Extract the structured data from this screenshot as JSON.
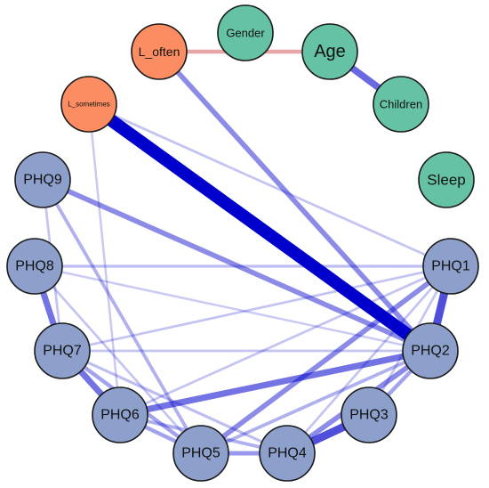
{
  "colors": {
    "demographic": "#66C2A5",
    "loneliness": "#FC8D62",
    "depression": "#8DA0CB",
    "node_border": "#1a1a1a",
    "positive_edge": "#0000CC",
    "negative_edge": "#E8A5A5"
  },
  "nodes": [
    {
      "id": "gender",
      "label": "Gender",
      "group": "demographic"
    },
    {
      "id": "age",
      "label": "Age",
      "group": "demographic"
    },
    {
      "id": "children",
      "label": "Children",
      "group": "demographic"
    },
    {
      "id": "sleep",
      "label": "Sleep",
      "group": "demographic"
    },
    {
      "id": "l_often",
      "label": "L_often",
      "group": "loneliness"
    },
    {
      "id": "l_sometimes",
      "label": "L_sometimes",
      "group": "loneliness"
    },
    {
      "id": "phq1",
      "label": "PHQ1",
      "group": "depression"
    },
    {
      "id": "phq2",
      "label": "PHQ2",
      "group": "depression"
    },
    {
      "id": "phq3",
      "label": "PHQ3",
      "group": "depression"
    },
    {
      "id": "phq4",
      "label": "PHQ4",
      "group": "depression"
    },
    {
      "id": "phq5",
      "label": "PHQ5",
      "group": "depression"
    },
    {
      "id": "phq6",
      "label": "PHQ6",
      "group": "depression"
    },
    {
      "id": "phq7",
      "label": "PHQ7",
      "group": "depression"
    },
    {
      "id": "phq8",
      "label": "PHQ8",
      "group": "depression"
    },
    {
      "id": "phq9",
      "label": "PHQ9",
      "group": "depression"
    }
  ],
  "edges": [
    {
      "from": "l_sometimes",
      "to": "phq2",
      "sign": "positive",
      "weight": 1.0
    },
    {
      "from": "l_often",
      "to": "phq2",
      "sign": "positive",
      "weight": 0.35
    },
    {
      "from": "l_often",
      "to": "age",
      "sign": "negative",
      "weight": 0.25
    },
    {
      "from": "age",
      "to": "children",
      "sign": "positive",
      "weight": 0.5
    },
    {
      "from": "l_sometimes",
      "to": "phq1",
      "sign": "positive",
      "weight": 0.12
    },
    {
      "from": "l_sometimes",
      "to": "phq6",
      "sign": "positive",
      "weight": 0.1
    },
    {
      "from": "phq9",
      "to": "phq2",
      "sign": "positive",
      "weight": 0.35
    },
    {
      "from": "phq9",
      "to": "phq5",
      "sign": "positive",
      "weight": 0.2
    },
    {
      "from": "phq9",
      "to": "phq7",
      "sign": "positive",
      "weight": 0.12
    },
    {
      "from": "phq8",
      "to": "phq1",
      "sign": "positive",
      "weight": 0.15
    },
    {
      "from": "phq8",
      "to": "phq7",
      "sign": "positive",
      "weight": 0.45
    },
    {
      "from": "phq8",
      "to": "phq5",
      "sign": "positive",
      "weight": 0.12
    },
    {
      "from": "phq8",
      "to": "phq2",
      "sign": "positive",
      "weight": 0.1
    },
    {
      "from": "phq7",
      "to": "phq6",
      "sign": "positive",
      "weight": 0.45
    },
    {
      "from": "phq7",
      "to": "phq5",
      "sign": "positive",
      "weight": 0.25
    },
    {
      "from": "phq7",
      "to": "phq1",
      "sign": "positive",
      "weight": 0.12
    },
    {
      "from": "phq7",
      "to": "phq2",
      "sign": "positive",
      "weight": 0.12
    },
    {
      "from": "phq7",
      "to": "phq4",
      "sign": "positive",
      "weight": 0.15
    },
    {
      "from": "phq6",
      "to": "phq2",
      "sign": "positive",
      "weight": 0.45
    },
    {
      "from": "phq6",
      "to": "phq5",
      "sign": "positive",
      "weight": 0.25
    },
    {
      "from": "phq6",
      "to": "phq4",
      "sign": "positive",
      "weight": 0.2
    },
    {
      "from": "phq6",
      "to": "phq1",
      "sign": "positive",
      "weight": 0.12
    },
    {
      "from": "phq5",
      "to": "phq4",
      "sign": "positive",
      "weight": 0.3
    },
    {
      "from": "phq5",
      "to": "phq1",
      "sign": "positive",
      "weight": 0.35
    },
    {
      "from": "phq5",
      "to": "phq2",
      "sign": "positive",
      "weight": 0.2
    },
    {
      "from": "phq4",
      "to": "phq3",
      "sign": "positive",
      "weight": 0.6
    },
    {
      "from": "phq4",
      "to": "phq2",
      "sign": "positive",
      "weight": 0.35
    },
    {
      "from": "phq4",
      "to": "phq1",
      "sign": "positive",
      "weight": 0.12
    },
    {
      "from": "phq3",
      "to": "phq2",
      "sign": "positive",
      "weight": 0.25
    },
    {
      "from": "phq3",
      "to": "phq1",
      "sign": "positive",
      "weight": 0.12
    },
    {
      "from": "phq2",
      "to": "phq1",
      "sign": "positive",
      "weight": 0.6
    }
  ]
}
